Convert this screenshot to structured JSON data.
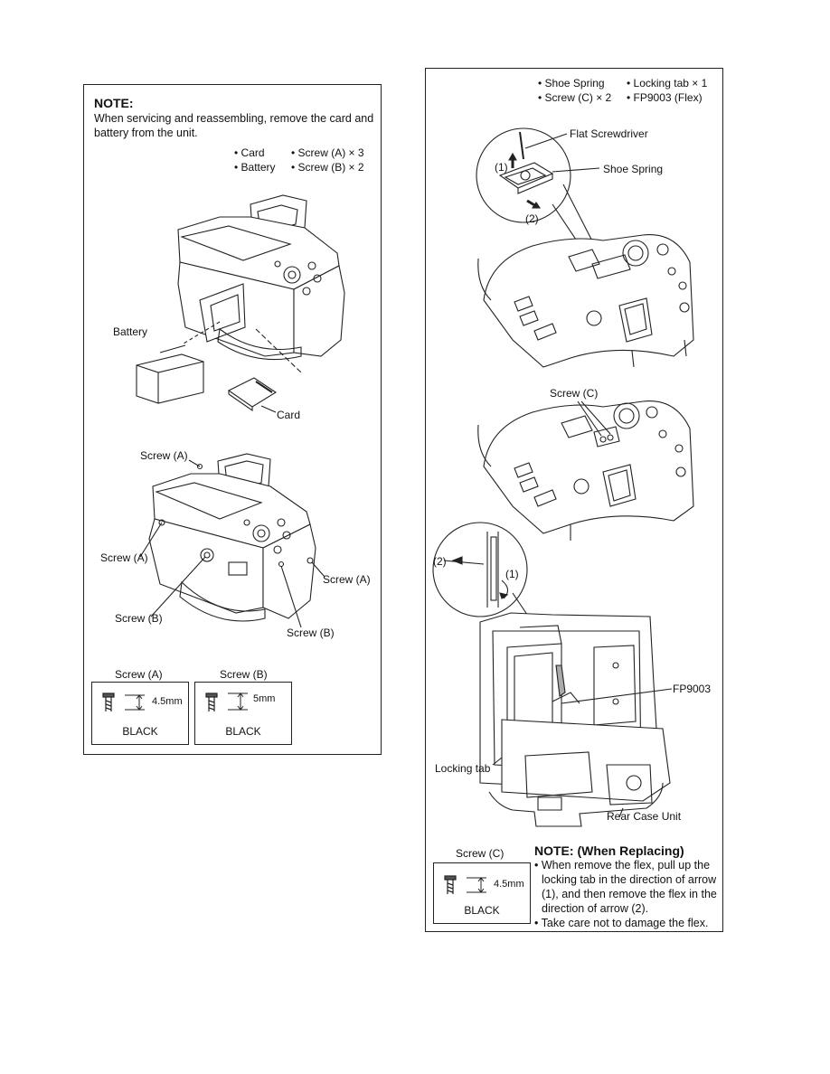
{
  "left_panel": {
    "note": {
      "title": "NOTE:",
      "line1": "When servicing and reassembling, remove the card and",
      "line2": "battery from the unit."
    },
    "parts": [
      "• Card",
      "• Screw (A) × 3",
      "• Battery",
      "• Screw (B) × 2"
    ],
    "labels": {
      "battery": "Battery",
      "card": "Card",
      "screw_a_top": "Screw (A)",
      "screw_a_left": "Screw (A)",
      "screw_a_right": "Screw (A)",
      "screw_b_left": "Screw (B)",
      "screw_b_right": "Screw (B)"
    },
    "screws": [
      {
        "title": "Screw (A)",
        "length": "4.5mm",
        "color": "BLACK"
      },
      {
        "title": "Screw (B)",
        "length": "5mm",
        "color": "BLACK"
      }
    ]
  },
  "right_panel": {
    "parts": [
      "• Shoe Spring",
      "• Locking tab × 1",
      "• Screw (C) × 2",
      "• FP9003 (Flex)"
    ],
    "labels": {
      "flat_screwdriver": "Flat Screwdriver",
      "shoe_spring": "Shoe Spring",
      "arrow1": "(1)",
      "arrow2": "(2)",
      "screw_c": "Screw (C)",
      "flex_arrow2": "(2)",
      "flex_arrow1": "(1)",
      "fp9003": "FP9003",
      "locking_tab": "Locking tab",
      "rear_case_unit": "Rear Case Unit"
    },
    "screw": {
      "title": "Screw (C)",
      "length": "4.5mm",
      "color": "BLACK"
    },
    "replace_note": {
      "title": "NOTE: (When Replacing)",
      "l1": "• When remove the flex, pull up the",
      "l2": "locking tab in the direction of arrow",
      "l3": "(1), and then remove the flex in the",
      "l4": "direction of arrow (2).",
      "l5": "• Take care not to damage the flex."
    }
  }
}
